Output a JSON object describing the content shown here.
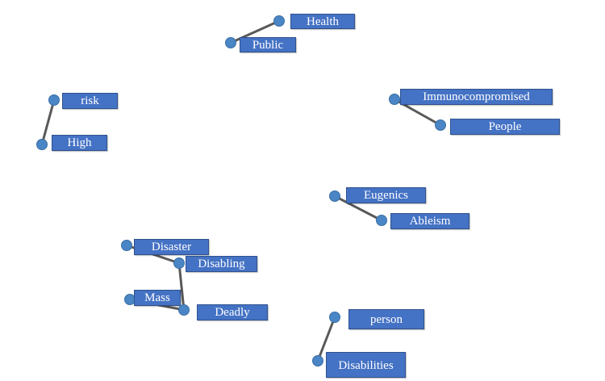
{
  "colors": {
    "label_fill": "#4472c4",
    "label_border": "#2f528f",
    "label_text": "#ffffff",
    "dot_fill": "#4a86c5",
    "link_stroke": "#595959"
  },
  "nodes": {
    "health": "Health",
    "public": "Public",
    "risk": "risk",
    "high": "High",
    "immunocompromised": "Immunocompromised",
    "people": "People",
    "eugenics": "Eugenics",
    "ableism": "Ableism",
    "disaster": "Disaster",
    "disabling": "Disabling",
    "mass": "Mass",
    "deadly": "Deadly",
    "person": "person",
    "disabilities": "Disabilities"
  },
  "links": [
    [
      "health",
      "public"
    ],
    [
      "risk",
      "high"
    ],
    [
      "immunocompromised",
      "people"
    ],
    [
      "eugenics",
      "ableism"
    ],
    [
      "disaster",
      "disabling"
    ],
    [
      "disabling",
      "deadly"
    ],
    [
      "mass",
      "deadly"
    ],
    [
      "person",
      "disabilities"
    ]
  ]
}
